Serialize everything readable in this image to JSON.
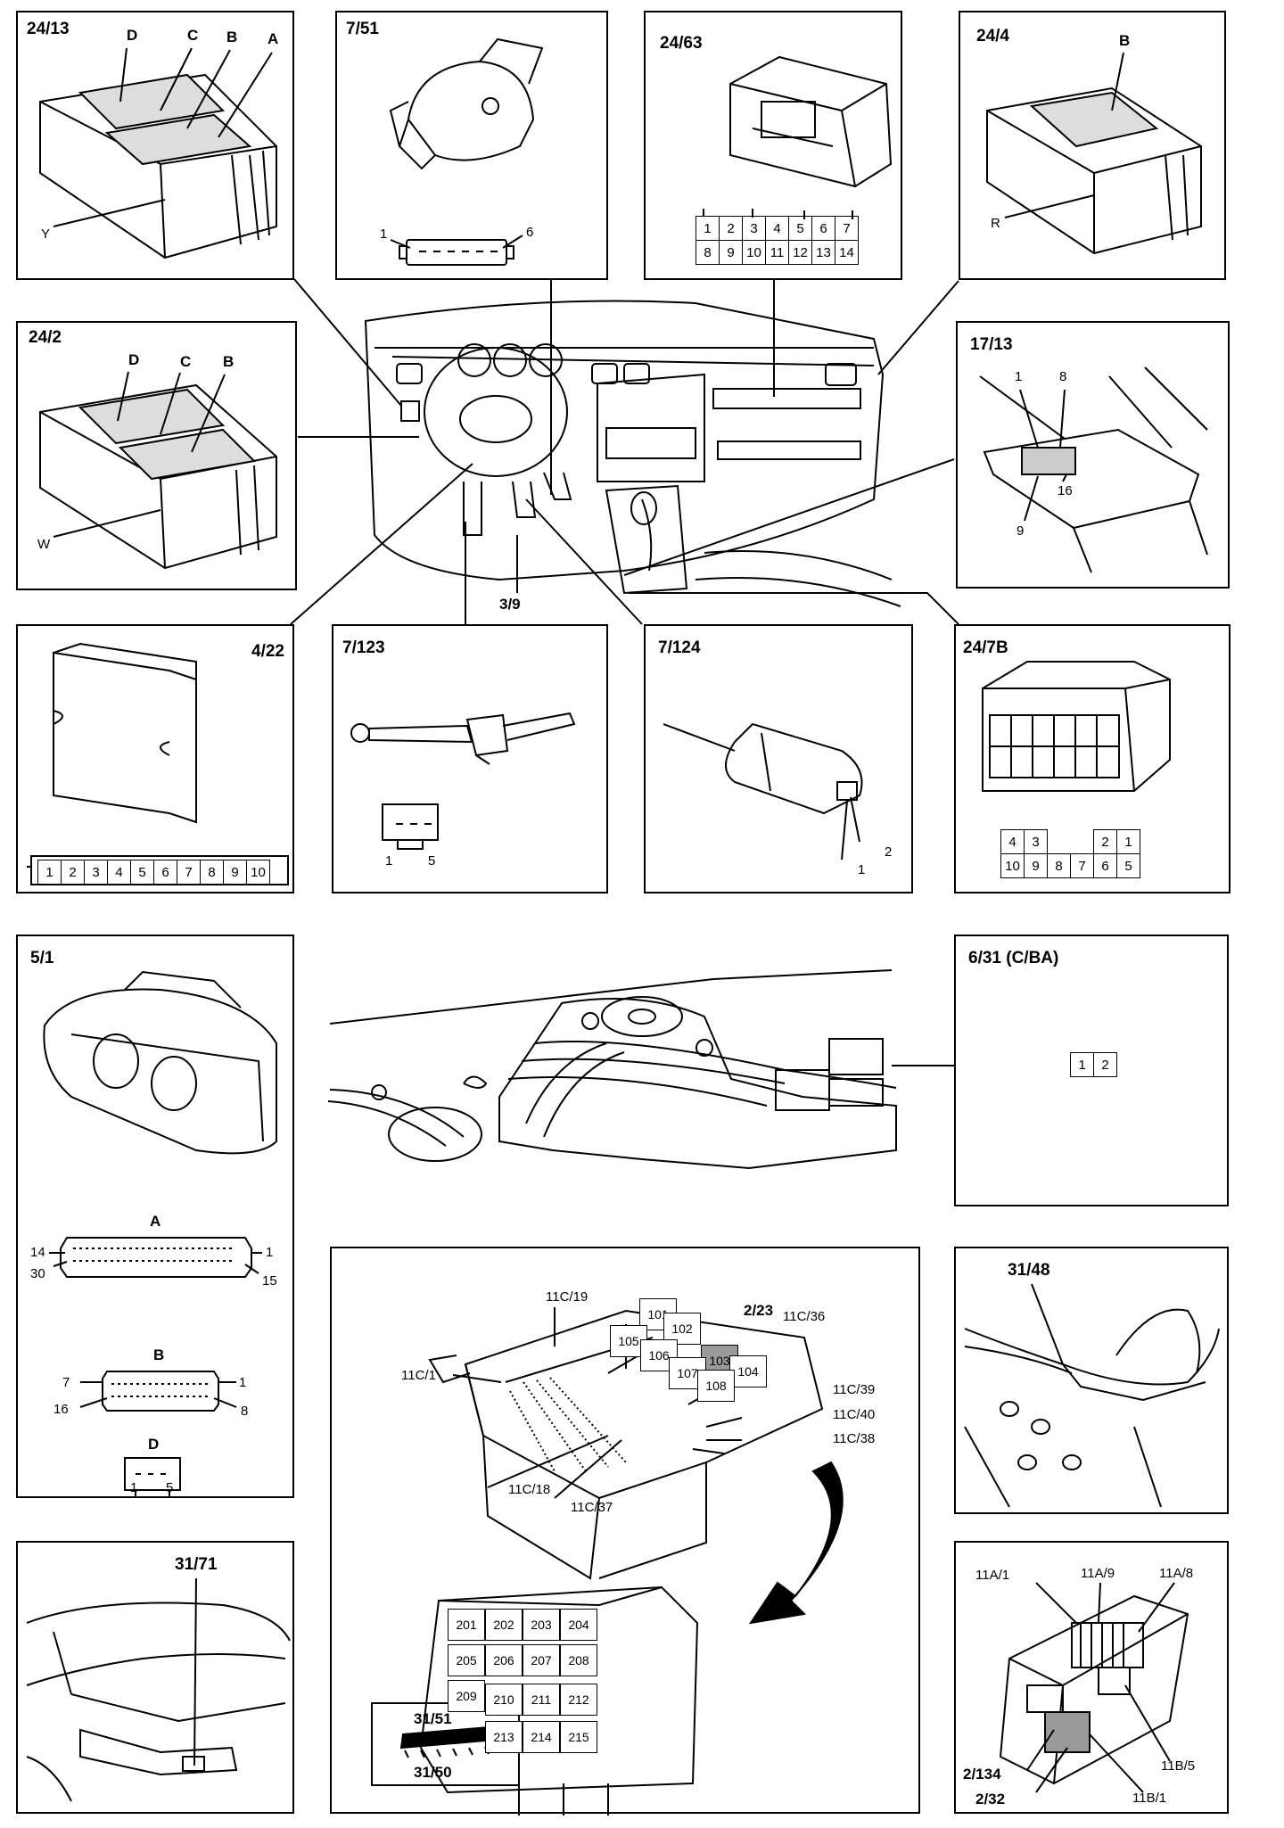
{
  "panels": {
    "p24_13": {
      "id": "24/13",
      "letters": [
        "D",
        "C",
        "B",
        "A"
      ],
      "pointer": "Y"
    },
    "p7_51": {
      "id": "7/51",
      "pin_first": "1",
      "pin_last": "6"
    },
    "p24_63": {
      "id": "24/63",
      "pins_top": [
        "1",
        "2",
        "3",
        "4",
        "5",
        "6",
        "7"
      ],
      "pins_bottom": [
        "8",
        "9",
        "10",
        "11",
        "12",
        "13",
        "14"
      ]
    },
    "p24_4": {
      "id": "24/4",
      "letter": "B",
      "pointer": "R"
    },
    "p24_2": {
      "id": "24/2",
      "letters": [
        "D",
        "C",
        "B"
      ],
      "pointer": "W"
    },
    "p17_13": {
      "id": "17/13",
      "pin_1": "1",
      "pin_8": "8",
      "pin_9": "9",
      "pin_16": "16"
    },
    "p4_22": {
      "id": "4/22",
      "pins": [
        "1",
        "2",
        "3",
        "4",
        "5",
        "6",
        "7",
        "8",
        "9",
        "10"
      ]
    },
    "p7_123": {
      "id": "7/123",
      "pin_first": "1",
      "pin_last": "5"
    },
    "p7_124": {
      "id": "7/124",
      "pin_1": "1",
      "pin_2": "2"
    },
    "p24_7b": {
      "id": "24/7B",
      "pins_top": [
        "4",
        "3",
        "",
        "",
        "2",
        "1"
      ],
      "pins_bottom": [
        "10",
        "9",
        "8",
        "7",
        "6",
        "5"
      ]
    },
    "center": {
      "label": "3/9"
    },
    "p5_1": {
      "id": "5/1",
      "connector_a": {
        "label": "A",
        "p14": "14",
        "p1": "1",
        "p30": "30",
        "p15": "15"
      },
      "connector_b": {
        "label": "B",
        "p7": "7",
        "p1": "1",
        "p16": "16",
        "p8": "8"
      },
      "connector_d": {
        "label": "D",
        "p1": "1",
        "p5": "5"
      }
    },
    "p6_31": {
      "id": "6/31 (C/BA)",
      "pins": [
        "1",
        "2"
      ]
    },
    "fusebox": {
      "labels": {
        "c19": "11C/19",
        "c223": "2/23",
        "c36": "11C/36",
        "c1": "11C/1",
        "c39": "11C/39",
        "c40": "11C/40",
        "c38": "11C/38",
        "c18": "11C/18",
        "c37": "11C/37",
        "r51": "31/51",
        "r50": "31/50"
      },
      "relays_upper": [
        "101",
        "102",
        "103",
        "104",
        "105",
        "106",
        "107",
        "108"
      ],
      "relays_lower": [
        "201",
        "202",
        "203",
        "204",
        "205",
        "206",
        "207",
        "208",
        "209",
        "210",
        "211",
        "212",
        "213",
        "214",
        "215"
      ]
    },
    "p31_48": {
      "id": "31/48"
    },
    "p31_71": {
      "id": "31/71"
    },
    "engine_box": {
      "labels": {
        "a1": "11A/1",
        "a9": "11A/9",
        "a8": "11A/8",
        "r134": "2/134",
        "b5": "11B/5",
        "r32": "2/32",
        "b1": "11B/1"
      }
    }
  }
}
